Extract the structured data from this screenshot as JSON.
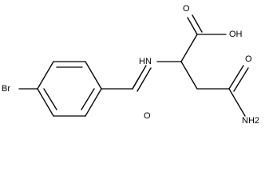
{
  "structure": {
    "labels": {
      "bromine": "Br",
      "amide_nh": "HN",
      "acid_oh": "OH",
      "acid_carbonyl_o": "O",
      "benzamide_carbonyl_o": "O",
      "terminal_carbonyl_o": "O",
      "terminal_nh2": "NH2"
    }
  }
}
